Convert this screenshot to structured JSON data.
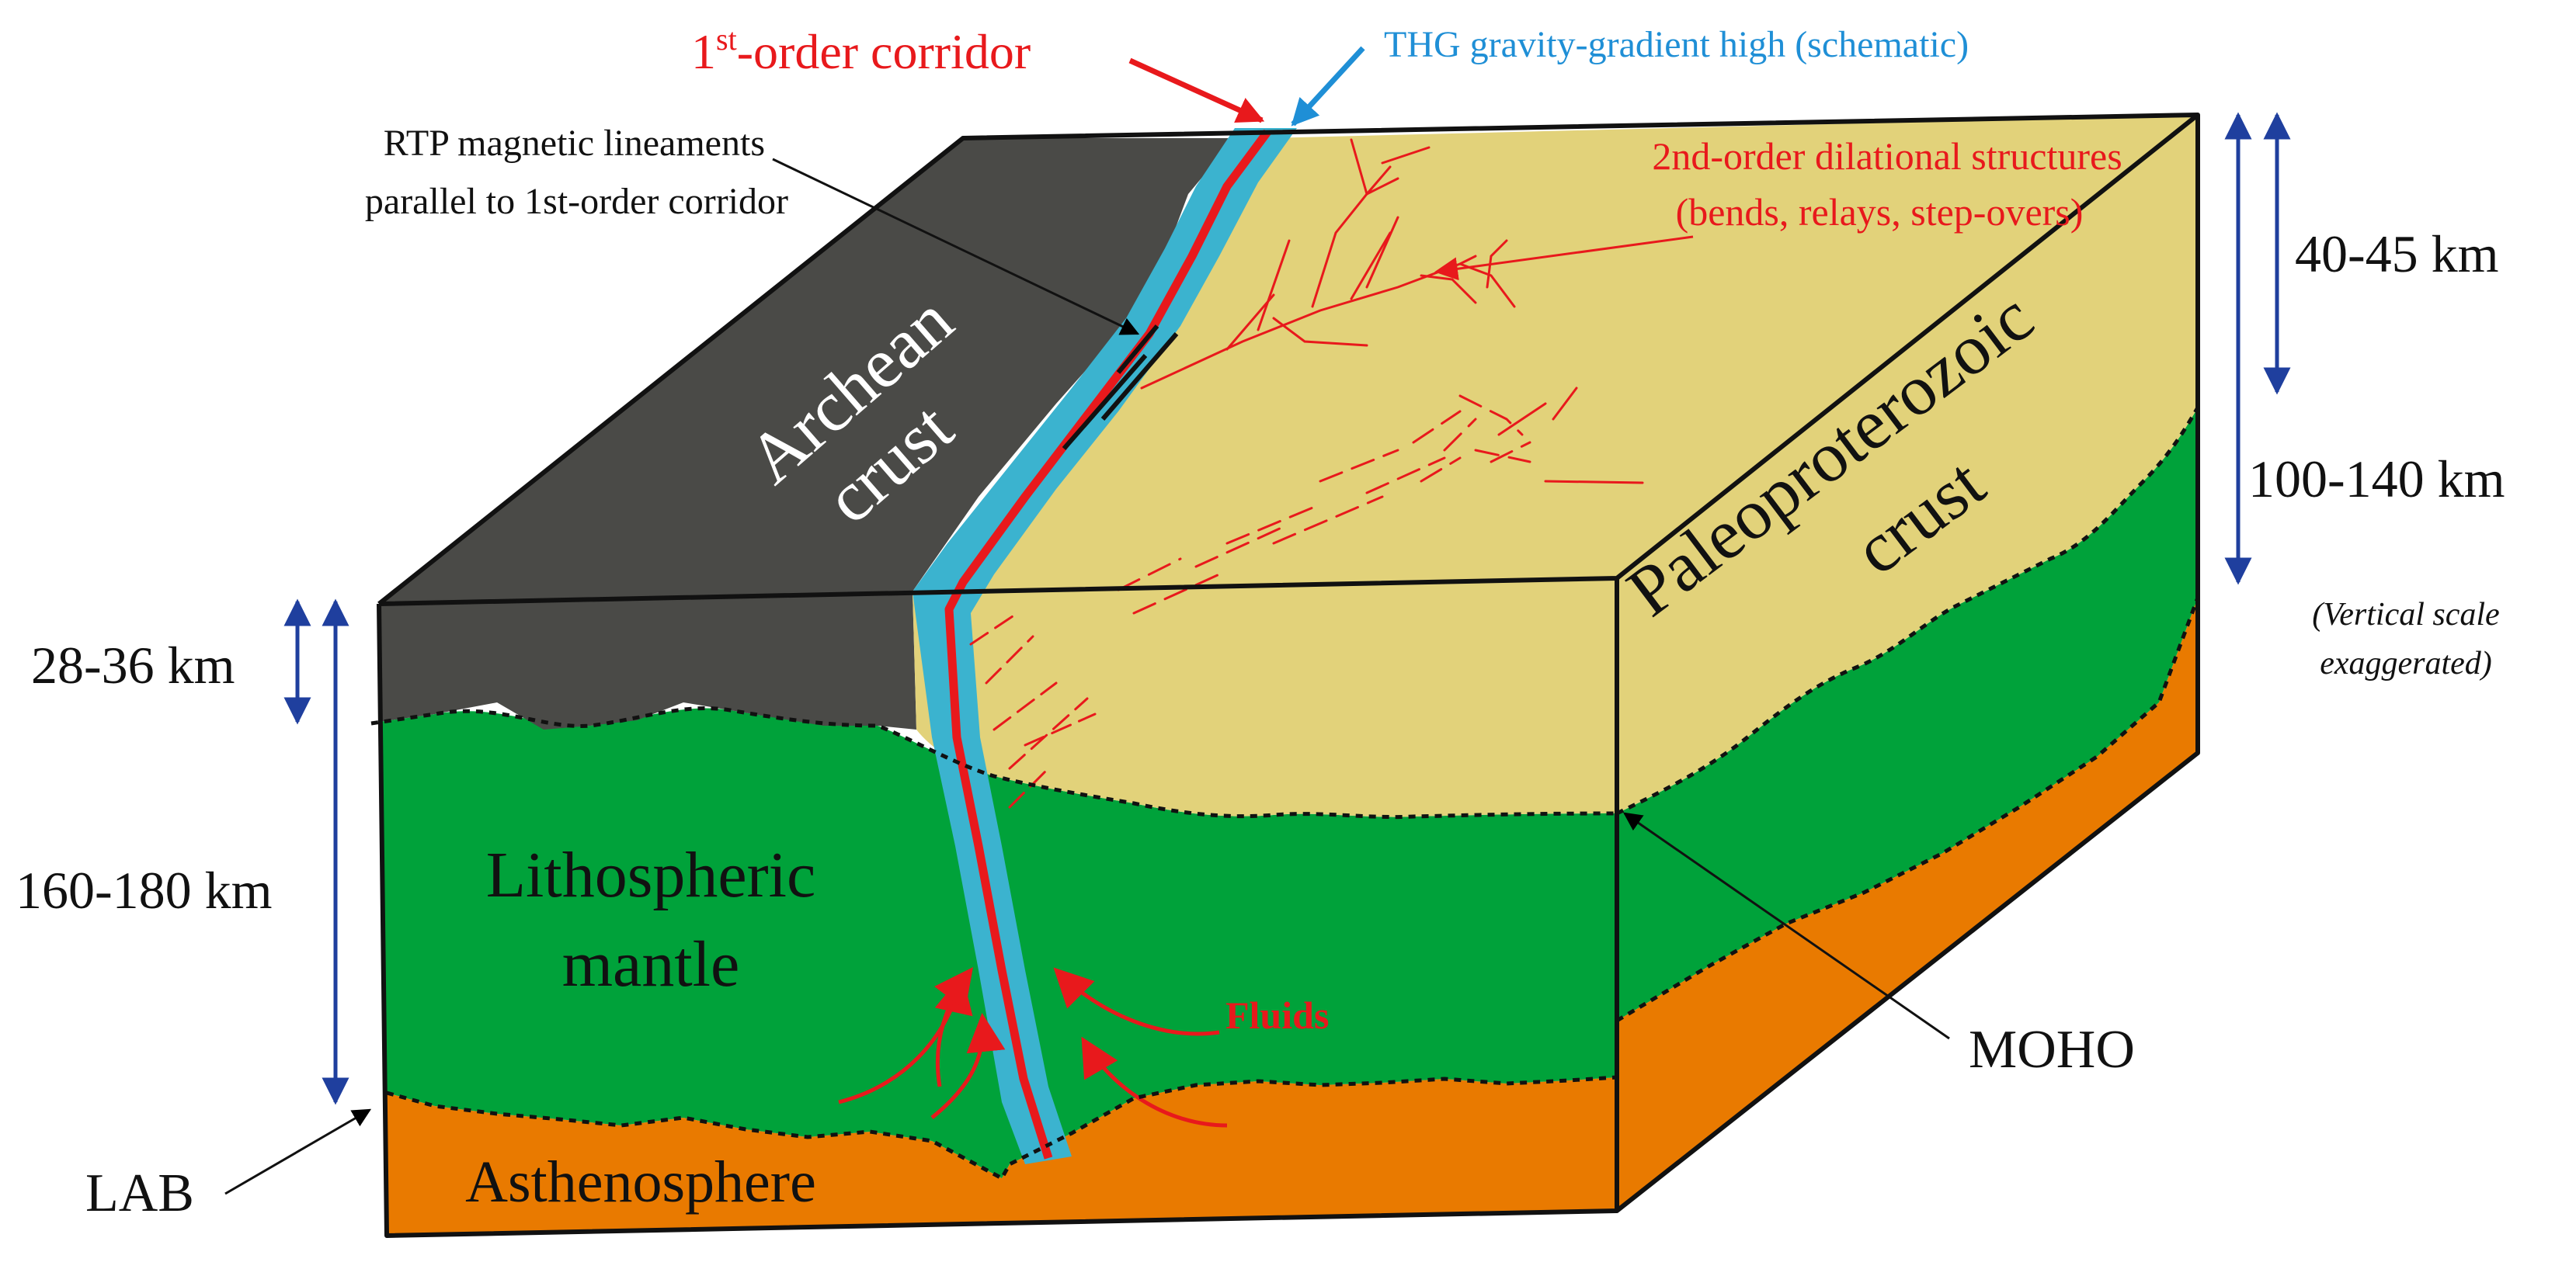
{
  "labels": {
    "corridor_main": "1",
    "corridor_sup": "st",
    "corridor_rest": "-order corridor",
    "thg": "THG gravity-gradient high (schematic)",
    "rtp_line1": "RTP magnetic lineaments",
    "rtp_line2": "parallel to 1st-order corridor",
    "second_order_line1": "2nd-order dilational structures",
    "second_order_line2": "(bends, relays, step-overs)",
    "archean_line1": "Archean",
    "archean_line2": "crust",
    "paleo_line1": "Paleoproterozoic",
    "paleo_line2": "crust",
    "lith_line1": "Lithospheric",
    "lith_line2": "mantle",
    "asthenosphere": "Asthenosphere",
    "fluids": "Fluids",
    "moho": "MOHO",
    "lab": "LAB",
    "depth_archean_crust": "28-36 km",
    "depth_archean_lith": "160-180 km",
    "depth_paleo_crust": "40-45 km",
    "depth_paleo_lith": "100-140 km",
    "scale_note_line1": "(Vertical scale",
    "scale_note_line2": "exaggerated)"
  },
  "colors": {
    "archean_crust": "#4a4a47",
    "paleoproterozoic_crust": "#e2d27a",
    "lithospheric_mantle": "#00a23a",
    "asthenosphere": "#e97a00",
    "corridor": "#e8191c",
    "gravity_high": "#3bb3cf",
    "scale_arrows": "#1f3f9e",
    "thg_label": "#1f8fd6"
  }
}
